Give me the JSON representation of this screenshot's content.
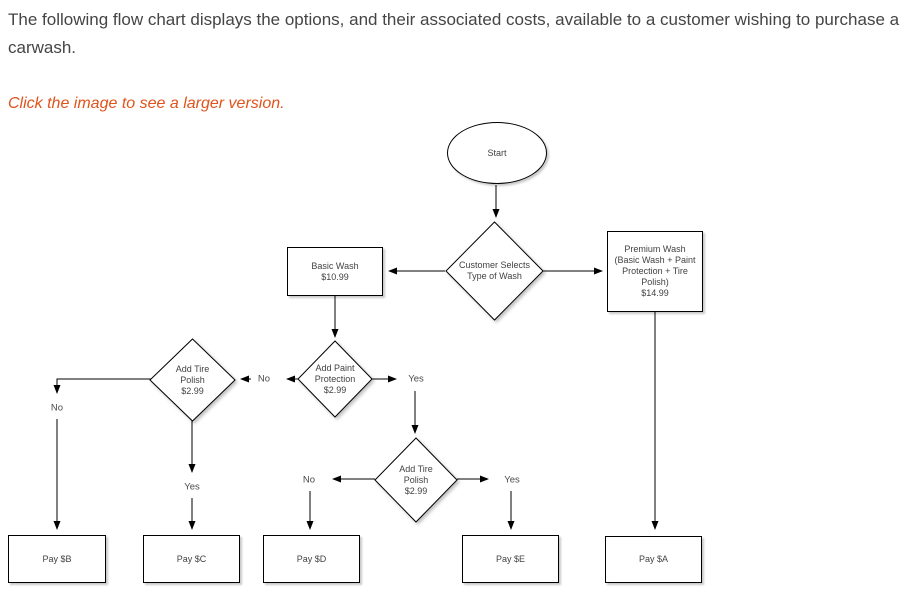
{
  "page": {
    "intro": "The following flow chart displays the options, and their associated costs, available to a customer wishing to purchase a carwash.",
    "note": "Click the image to see a larger version.",
    "note_color": "#e0531c",
    "text_color": "#454545",
    "line_color": "#000000",
    "shape_fill": "#ffffff"
  },
  "flowchart": {
    "nodes": {
      "start": {
        "label": "Start"
      },
      "customer_selects": {
        "label": "Customer Selects Type of Wash"
      },
      "basic_wash": {
        "title": "Basic Wash",
        "price": "$10.99"
      },
      "premium_wash": {
        "title": "Premium Wash",
        "detail": "(Basic Wash + Paint Protection + Tire Polish)",
        "price": "$14.99"
      },
      "add_paint_protection": {
        "title": "Add Paint Protection",
        "price": "$2.99"
      },
      "add_tire_polish_left": {
        "title": "Add Tire Polish",
        "price": "$2.99"
      },
      "add_tire_polish_center": {
        "title": "Add Tire Polish",
        "price": "$2.99"
      },
      "pay_b": {
        "label": "Pay $B"
      },
      "pay_c": {
        "label": "Pay $C"
      },
      "pay_d": {
        "label": "Pay $D"
      },
      "pay_e": {
        "label": "Pay $E"
      },
      "pay_a": {
        "label": "Pay $A"
      }
    },
    "edge_labels": {
      "paint_no": "No",
      "paint_yes": "Yes",
      "tire_left_no": "No",
      "tire_left_yes": "Yes",
      "tire_center_no": "No",
      "tire_center_yes": "Yes"
    }
  }
}
